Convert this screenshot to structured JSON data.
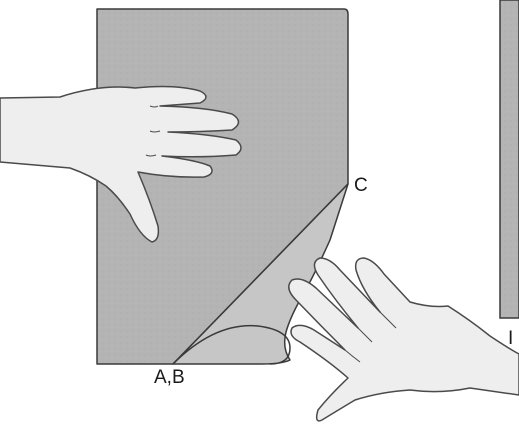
{
  "labels": {
    "corner_c": "C",
    "corner_ab": "A,B",
    "edge_fragment": "I"
  },
  "colors": {
    "paper_fill": "#b4b4b4",
    "paper_stroke": "#3a3a3a",
    "hand_fill": "#eeeeee",
    "hand_stroke": "#4a4a4a"
  }
}
